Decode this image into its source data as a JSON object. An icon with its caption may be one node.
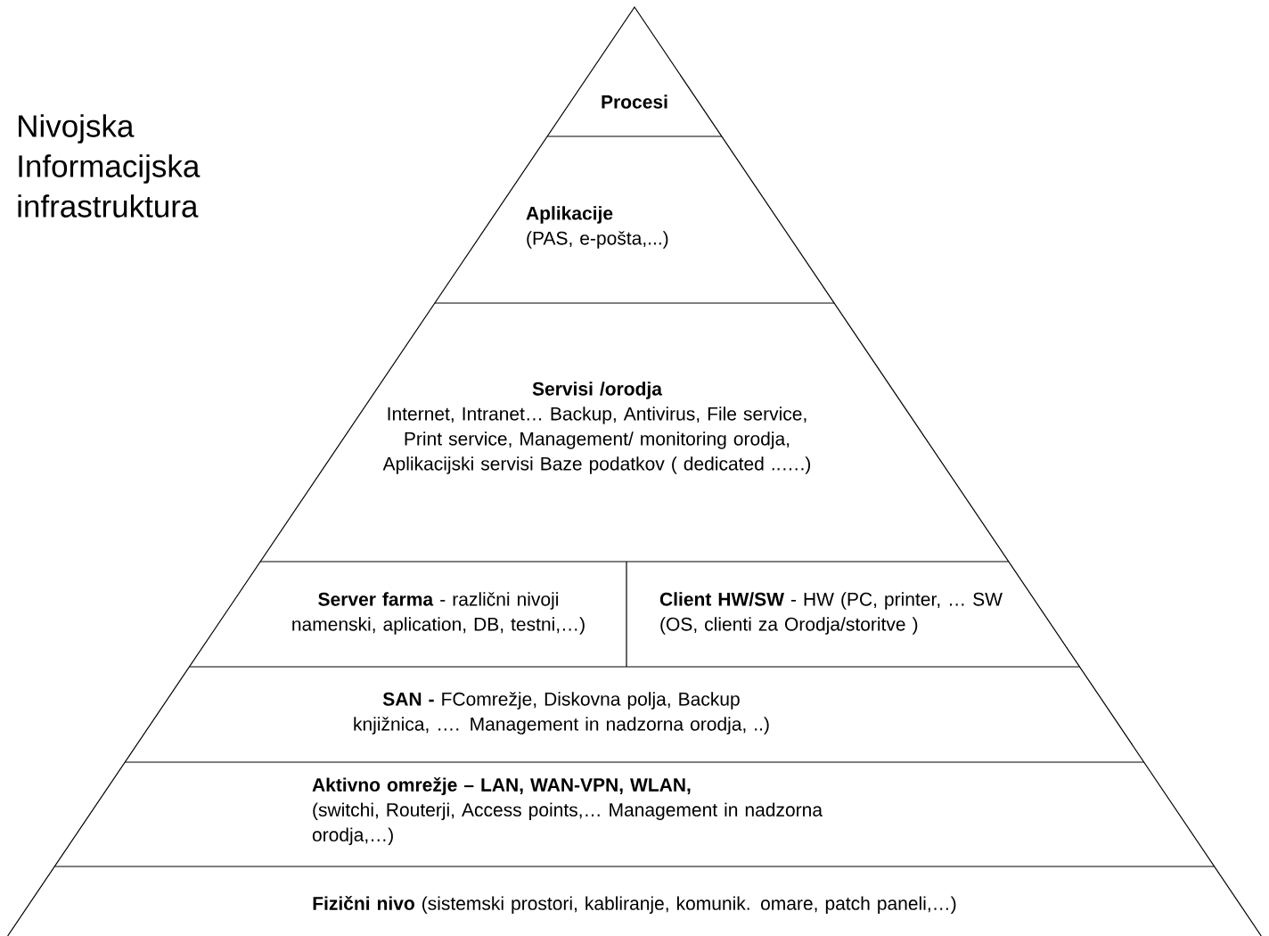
{
  "diagram": {
    "title": "Nivojska Informacijska infrastruktura",
    "nodes": [
      {
        "text": [
          "Procesi"
        ]
      },
      {
        "text": [
          "Aplikacije",
          "(PAS, e-pošta,...)"
        ]
      },
      {
        "text": [
          "Servisi /orodja",
          "Internet, Intranet… Backup,  Antivirus, File service, Print service, Management/ monitoring orodja, Aplikacijski servisi Baze podatkov ( dedicated ..….)"
        ]
      },
      {
        "text": [
          "**Server farma** - različni nivoji namenski, aplication, DB, testni,…)"
        ]
      },
      {
        "text": [
          "**Client HW/SW** - HW (PC, printer, … SW (OS, clienti za Orodja/storitve )"
        ]
      },
      {
        "text": [
          "**SAN -** FComrežje, Diskovna polja, Backup knjižnica, …. Management in nadzorna orodja, ..)"
        ]
      },
      {
        "text": [
          "Aktivno omrežje – LAN, WAN-VPN, WLAN,",
          "(switchi, Routerji, Access points,… Management  in nadzorna orodja,…)"
        ]
      },
      {
        "text": [
          "**Fizični nivo** (sistemski prostori, kabliranje, komunik. omare, patch paneli,…)"
        ]
      }
    ]
  }
}
